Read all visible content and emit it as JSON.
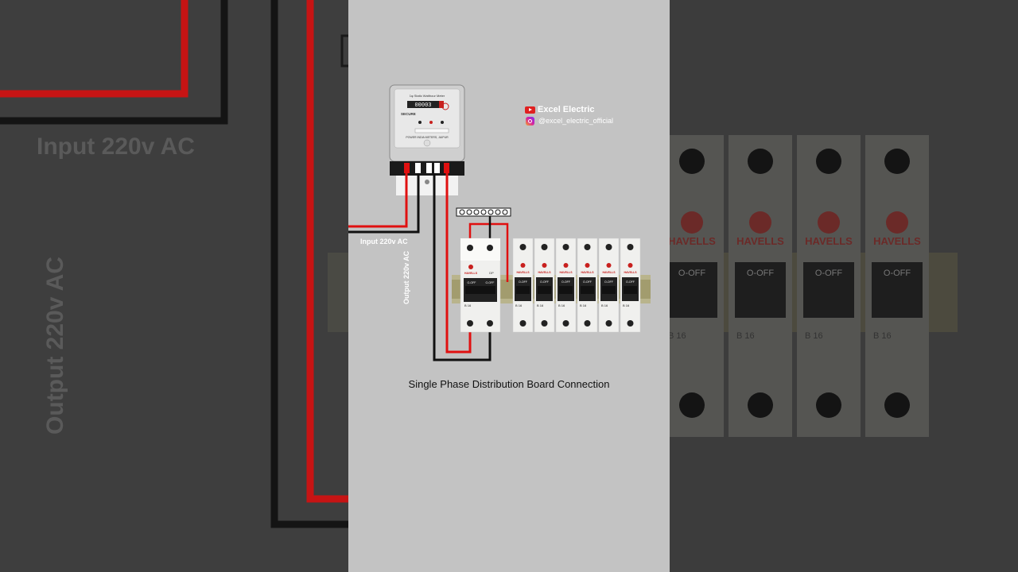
{
  "brand": {
    "channel_name": "Excel Electric",
    "instagram_handle": "@excel_electric_official"
  },
  "labels": {
    "input": "Input 220v AC",
    "output": "Output 220v AC"
  },
  "caption": "Single Phase Distribution Board Connection",
  "meter": {
    "title": "1φ Static Watthour Meter",
    "reading": "00003",
    "brand": "SECURE",
    "footer": "POWER INDIA METERS, JAIPUR"
  },
  "breaker_brand": "HAVELLS",
  "switch_state": "O-OFF",
  "mcb_rating": "B 16",
  "dp_label": "DP",
  "colors": {
    "live_wire": "#e01010",
    "neutral_wire": "#101010",
    "board_bg": "#c3c3c3",
    "brand_red": "#c8201e"
  }
}
